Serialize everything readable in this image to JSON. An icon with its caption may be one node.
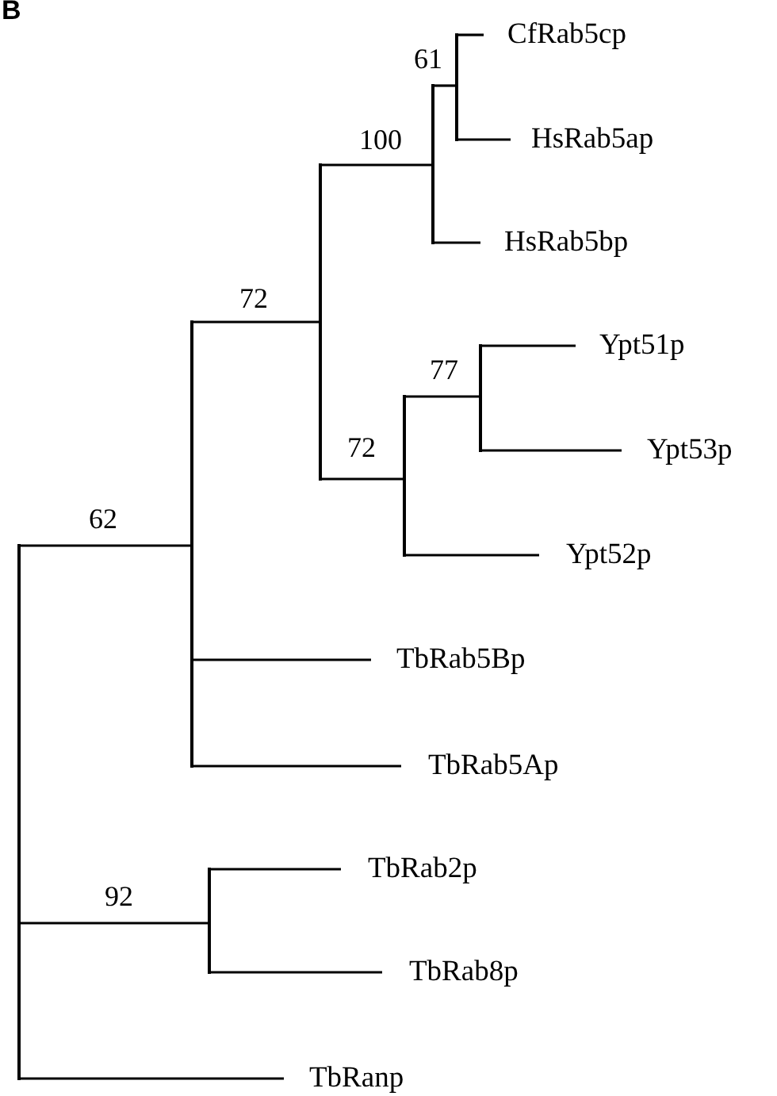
{
  "diagram": {
    "nodes": [
      {
        "text": [
          "CfRab5cp"
        ]
      },
      {
        "text": [
          "HsRab5ap"
        ]
      },
      {
        "text": [
          "HsRab5bp"
        ]
      },
      {
        "text": [
          "Ypt51p"
        ]
      },
      {
        "text": [
          "Ypt53p"
        ]
      },
      {
        "text": [
          "Ypt52p"
        ]
      },
      {
        "text": [
          "TbRab5Bp"
        ]
      },
      {
        "text": [
          "TbRab5Ap"
        ]
      },
      {
        "text": [
          "TbRab2p"
        ]
      },
      {
        "text": [
          "TbRab8p"
        ]
      },
      {
        "text": [
          "TbRanp"
        ]
      },
      {
        "text": [],
        "shape": "bar"
      },
      {
        "text": [],
        "shape": "bar"
      },
      {
        "text": [],
        "shape": "bar"
      },
      {
        "text": [],
        "shape": "bar"
      },
      {
        "text": [],
        "shape": "bar"
      },
      {
        "text": [],
        "shape": "bar"
      },
      {
        "text": [],
        "shape": "bar"
      },
      {
        "text": [],
        "shape": "bar"
      }
    ],
    "edges": [
      {
        "from": 11,
        "to": 12,
        "arrow": "none",
        "label": "62"
      },
      {
        "from": 11,
        "to": 13,
        "arrow": "none",
        "label": "92"
      },
      {
        "from": 11,
        "to": 10,
        "arrow": "none"
      },
      {
        "from": 12,
        "to": 14,
        "arrow": "none",
        "label": "72"
      },
      {
        "from": 12,
        "to": 6,
        "arrow": "none"
      },
      {
        "from": 12,
        "to": 7,
        "arrow": "none"
      },
      {
        "from": 14,
        "to": 16,
        "arrow": "none",
        "label": "100"
      },
      {
        "from": 14,
        "to": 15,
        "arrow": "none",
        "label": "72"
      },
      {
        "from": 16,
        "to": 17,
        "arrow": "none",
        "label": "61"
      },
      {
        "from": 16,
        "to": 2,
        "arrow": "none"
      },
      {
        "from": 17,
        "to": 0,
        "arrow": "none"
      },
      {
        "from": 17,
        "to": 1,
        "arrow": "none"
      },
      {
        "from": 15,
        "to": 18,
        "arrow": "none",
        "label": "77"
      },
      {
        "from": 15,
        "to": 5,
        "arrow": "none"
      },
      {
        "from": 18,
        "to": 3,
        "arrow": "none"
      },
      {
        "from": 18,
        "to": 4,
        "arrow": "none"
      },
      {
        "from": 13,
        "to": 8,
        "arrow": "none"
      },
      {
        "from": 13,
        "to": 9,
        "arrow": "none"
      }
    ],
    "labels": [
      "B"
    ]
  }
}
